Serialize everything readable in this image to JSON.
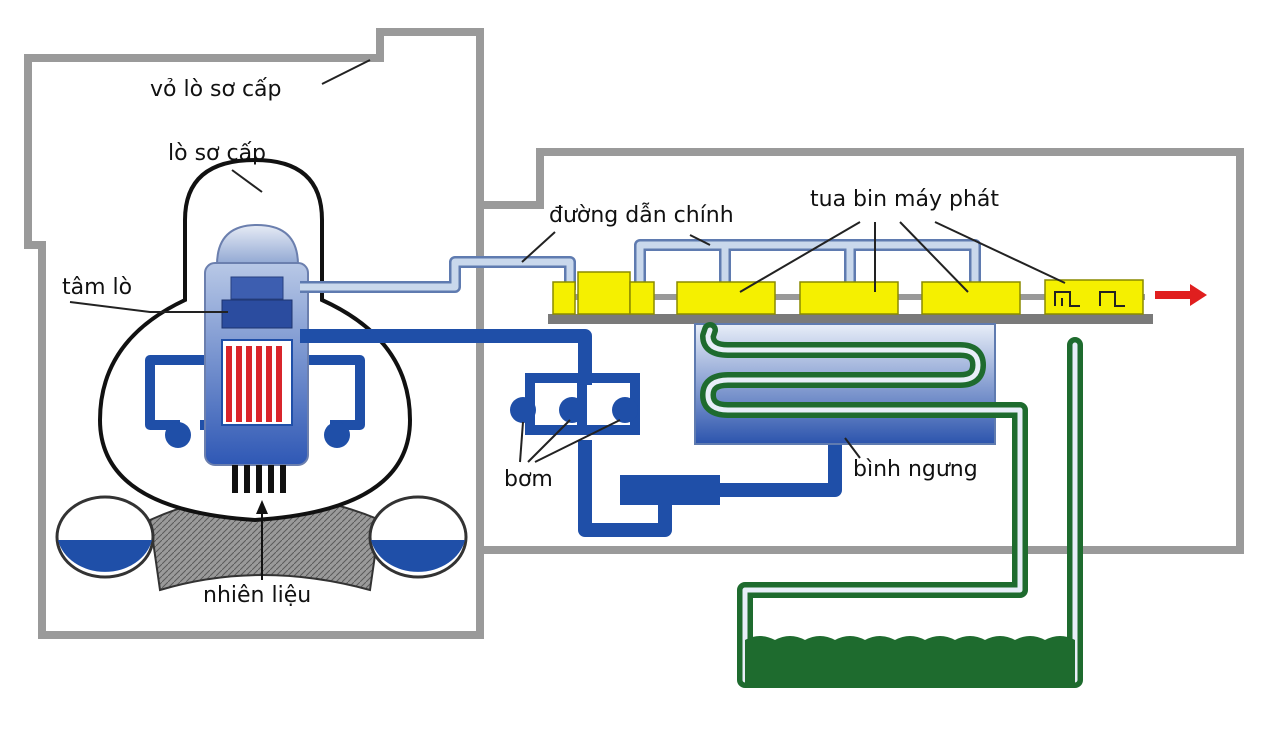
{
  "labels": {
    "containment": "vỏ lò sơ cấp",
    "primary_vessel": "lò sơ cấp",
    "core": "tâm lò",
    "main_line": "đường dẫn chính",
    "turbine_generator": "tua bin máy phát",
    "pumps": "bơm",
    "condenser": "bình ngưng",
    "fuel": "nhiên liệu"
  },
  "colors": {
    "building_outline": "#9a9a9a",
    "primary_loop": "#1f4fa8",
    "steam_line": "#c9d8ec",
    "turbine": "#f5f000",
    "cooling_loop": "#1e6b2e",
    "output_arrow": "#e01f1f",
    "fuel_rods": "#d9252b"
  }
}
